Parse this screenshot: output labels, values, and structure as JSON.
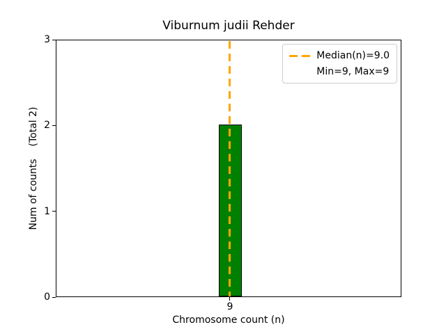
{
  "chart_data": {
    "type": "bar",
    "title": "Viburnum judii Rehder",
    "xlabel": "Chromosome count (n)",
    "ylabel": "Num of counts    (Total 2)",
    "categories": [
      "9"
    ],
    "values": [
      2
    ],
    "total_counts": 2,
    "ylim": [
      0,
      3
    ],
    "yticks": [
      "0",
      "1",
      "2",
      "3"
    ],
    "xticks": [
      "9"
    ],
    "grid": "off",
    "bar_style": {
      "fill_color": "#008000",
      "edge_color": "#000000"
    },
    "median_line": {
      "x": 9.0,
      "color": "#FFA500",
      "style": "dashed",
      "orientation": "vertical"
    },
    "legend": {
      "position": "upper-right",
      "entries": [
        {
          "label": "Median(n)=9.0",
          "handle": "orange-dashed-line"
        },
        {
          "label": "Min=9, Max=9",
          "handle": "none"
        }
      ]
    }
  }
}
